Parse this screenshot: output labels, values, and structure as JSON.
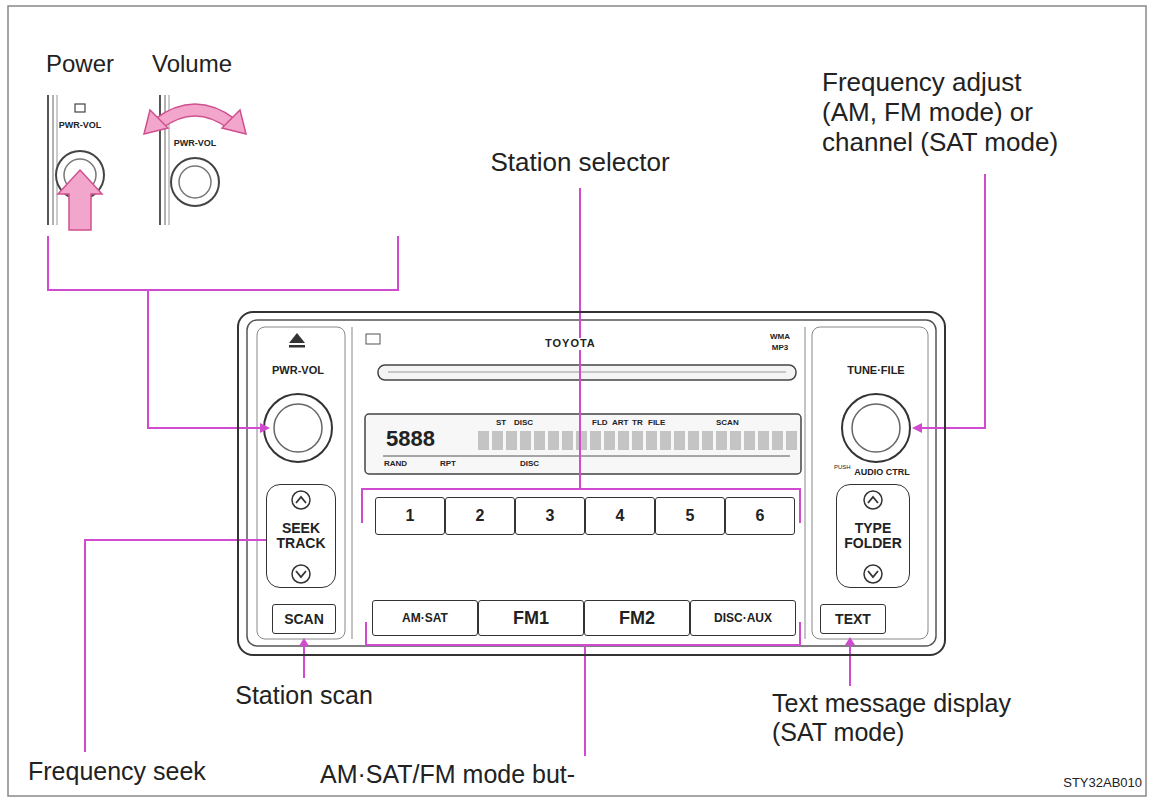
{
  "diagram": {
    "nodes": [
      {
        "text": [
          "TOYOTA"
        ]
      },
      {
        "text": [
          "SEEK TRACK"
        ],
        "in": 0
      },
      {
        "text": [
          "1"
        ],
        "in": 0
      },
      {
        "text": [
          "2"
        ],
        "in": 0
      },
      {
        "text": [
          "3"
        ],
        "in": 0
      },
      {
        "text": [
          "4"
        ],
        "in": 0
      },
      {
        "text": [
          "5"
        ],
        "in": 0
      },
      {
        "text": [
          "6"
        ],
        "in": 0
      },
      {
        "text": [
          "TYPE FOLDER"
        ],
        "in": 0
      },
      {
        "text": [
          "SCAN"
        ],
        "in": 0
      },
      {
        "text": [
          "AM·SAT"
        ],
        "in": 0
      },
      {
        "text": [
          "FM1"
        ],
        "in": 0
      },
      {
        "text": [
          "FM2"
        ],
        "in": 0
      },
      {
        "text": [
          "DISC·AUX"
        ],
        "in": 0
      },
      {
        "text": [
          "TEXT"
        ],
        "in": 0
      }
    ],
    "labels": [
      "Power",
      "Volume",
      "PWR-VOL",
      "PWR-VOL",
      "Station selector",
      "Frequency adjust (AM, FM mode) or channel (SAT mode)",
      "PWR-VOL",
      "WMA",
      "MP3",
      "TUNE·FILE",
      "PUSH",
      "AUDIO CTRL",
      "5888",
      "ST",
      "DISC",
      "FLD",
      "ART",
      "TR",
      "FILE",
      "SCAN",
      "RAND",
      "RPT",
      "DISC",
      "Station scan",
      "Frequency seek",
      "AM·SAT/FM mode but-",
      "Text message display (SAT mode)",
      "STY32AB010"
    ]
  }
}
